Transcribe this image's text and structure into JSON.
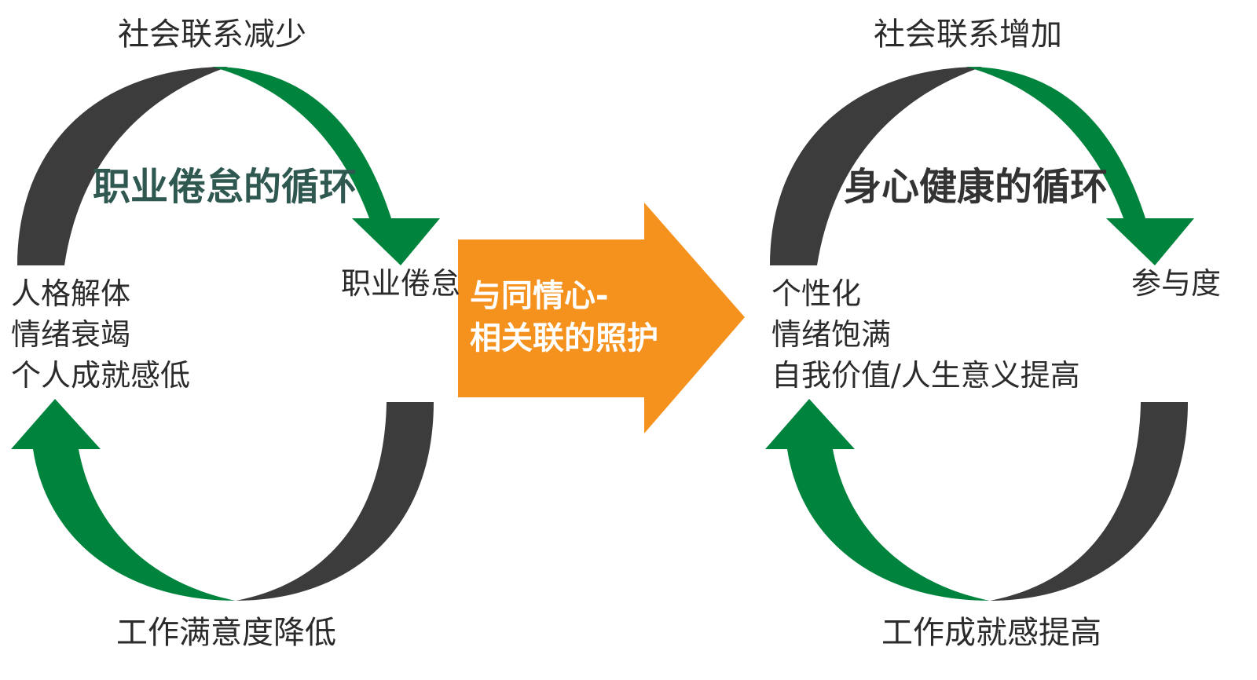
{
  "colors": {
    "green": "#00843D",
    "dark": "#3c3c3c",
    "orange": "#F5921E",
    "left_title": "#2f5850",
    "right_title": "#333333",
    "text": "#2b2b2b"
  },
  "left_cycle": {
    "title": "职业倦怠的循环",
    "top": "社会联系减少",
    "right": "职业倦怠",
    "bottom": "工作满意度降低",
    "left_lines": [
      "人格解体",
      "情绪衰竭",
      "个人成就感低"
    ]
  },
  "center_arrow": {
    "lines": [
      "与同情心-",
      "相关联的照护"
    ]
  },
  "right_cycle": {
    "title": "身心健康的循环",
    "top": "社会联系增加",
    "right": "参与度",
    "bottom": "工作成就感提高",
    "left_lines": [
      "个性化",
      "情绪饱满",
      "自我价值/人生意义提高"
    ]
  }
}
